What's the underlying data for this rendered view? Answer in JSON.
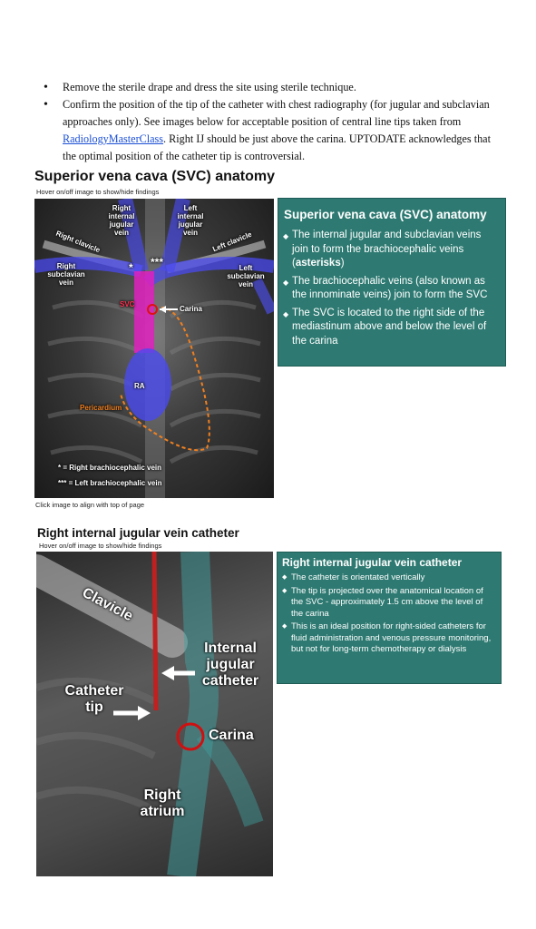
{
  "bullets": [
    {
      "text": "Remove the sterile drape and dress the site using sterile technique."
    },
    {
      "pre": "Confirm the position of the tip of the catheter with chest radiography (for jugular and subclavian approaches only).  See images below for acceptable position of central line tips taken from ",
      "link": "RadiologyMasterClass",
      "post": ".  Right IJ should be just above the carina.  UPTODATE acknowledges that the optimal position of the catheter tip is controversial."
    }
  ],
  "section1": {
    "title": "Superior vena cava (SVC) anatomy",
    "hover_hint": "Hover on/off image to show/hide findings",
    "click_hint": "Click image to align with top of page",
    "image_labels": {
      "right_ij": "Right internal jugular vein",
      "left_ij": "Left internal jugular vein",
      "right_clavicle": "Right clavicle",
      "left_clavicle": "Left clavicle",
      "right_subclavian": "Right subclavian vein",
      "left_subclavian": "Left subclavian vein",
      "asterisk_single": "*",
      "asterisk_triple": "***",
      "svc": "SVC",
      "carina": "Carina",
      "ra": "RA",
      "pericardium": "Pericardium",
      "legend_single": "* = Right brachiocephalic vein",
      "legend_triple": "*** = Left brachiocephalic vein"
    },
    "panel": {
      "title": "Superior vena cava (SVC) anatomy",
      "items": [
        {
          "pre": "The internal jugular and subclavian veins join to form the brachiocephalic veins (",
          "bold": "asterisks",
          "post": ")"
        },
        {
          "pre": "The brachiocephalic veins (also known as the innominate veins) join to form the SVC",
          "bold": "",
          "post": ""
        },
        {
          "pre": "The SVC is located to the right side of the mediastinum above and below the level of the carina",
          "bold": "",
          "post": ""
        }
      ]
    }
  },
  "section2": {
    "title": "Right internal jugular vein catheter",
    "hover_hint": "Hover on/off image to show/hide findings",
    "image_labels": {
      "clavicle": "Clavicle",
      "internal_jugular_catheter": "Internal jugular catheter",
      "catheter_tip": "Catheter tip",
      "carina": "Carina",
      "right_atrium": "Right atrium"
    },
    "panel": {
      "title": "Right internal jugular vein catheter",
      "items": [
        "The catheter is orientated vertically",
        "The tip is projected over the anatomical location of the SVC - approximately 1.5 cm above the level of the carina",
        "This is an ideal position for right-sided catheters for fluid administration and venous pressure monitoring, but not for long-term chemotherapy or dialysis"
      ]
    }
  },
  "colors": {
    "panel_bg": "#2e7a72",
    "link": "#1a4fd6",
    "vein_blue": "#4a4af0",
    "svc_magenta": "#e020c0",
    "catheter_red": "#c02020",
    "pericardium_orange": "#f08020",
    "carina_ring": "#d01010",
    "airway_teal": "#40a0a0"
  }
}
